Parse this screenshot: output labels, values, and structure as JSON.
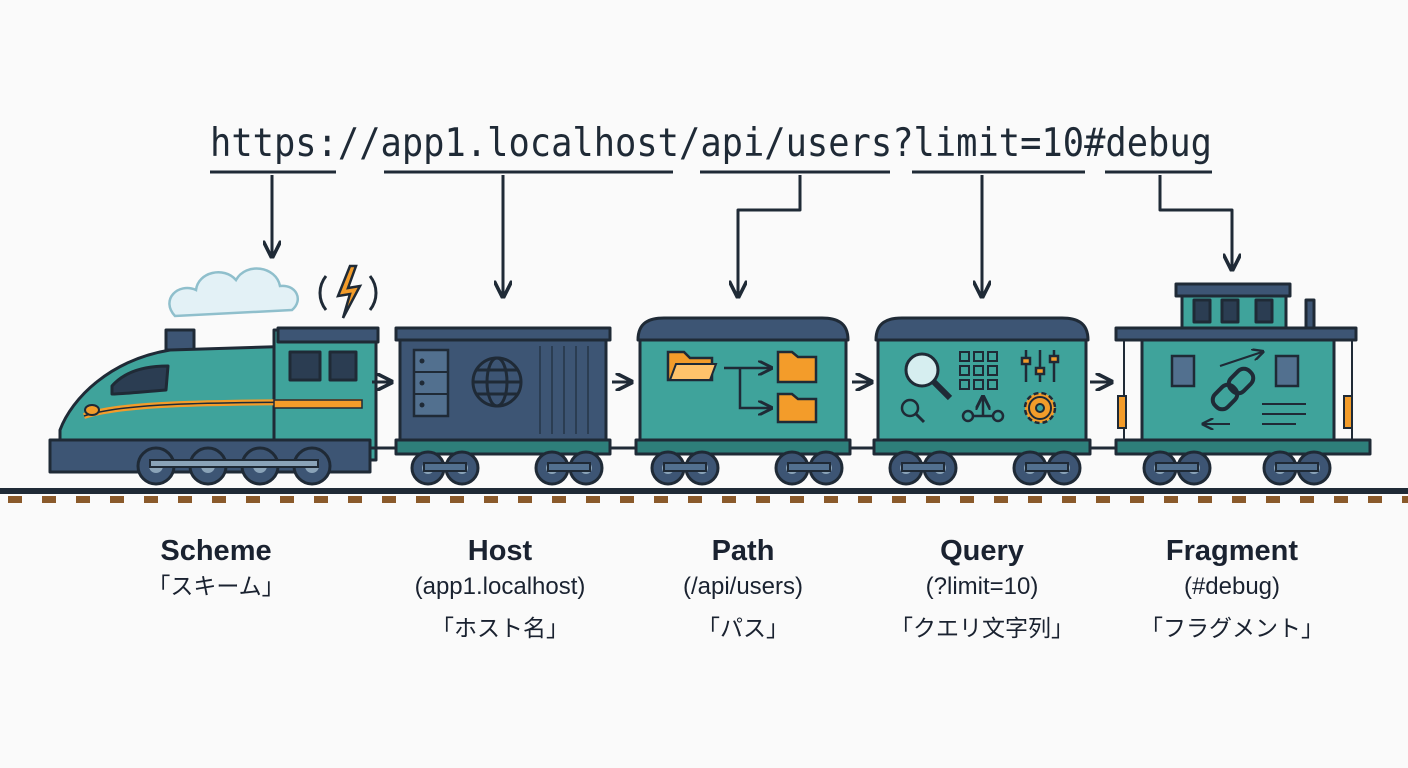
{
  "url": {
    "scheme": "https://",
    "host": "app1.localhost",
    "path": "/api/users",
    "query": "?limit=10",
    "fragment": "#debug"
  },
  "segments": [
    {
      "id": "scheme",
      "title": "Scheme",
      "detail": "",
      "jp": "「スキーム」"
    },
    {
      "id": "host",
      "title": "Host",
      "detail": "(app1.localhost)",
      "jp": "「ホスト名」"
    },
    {
      "id": "path",
      "title": "Path",
      "detail": "(/api/users)",
      "jp": "「パス」"
    },
    {
      "id": "query",
      "title": "Query",
      "detail": "(?limit=10)",
      "jp": "「クエリ文字列」"
    },
    {
      "id": "fragment",
      "title": "Fragment",
      "detail": "(#debug)",
      "jp": "「フラグメント」"
    }
  ],
  "colors": {
    "teal": "#3fa39b",
    "teal_dark": "#2e7f7a",
    "navy": "#3d5574",
    "orange": "#f39c2a",
    "ink": "#1f2a36",
    "rail": "#8a5a2b",
    "background": "#fafafa"
  },
  "icons": [
    "steam-icon",
    "lightning-icon",
    "server-icon",
    "globe-icon",
    "folder-icon",
    "magnifier-icon",
    "sliders-icon",
    "gear-icon",
    "link-icon"
  ]
}
